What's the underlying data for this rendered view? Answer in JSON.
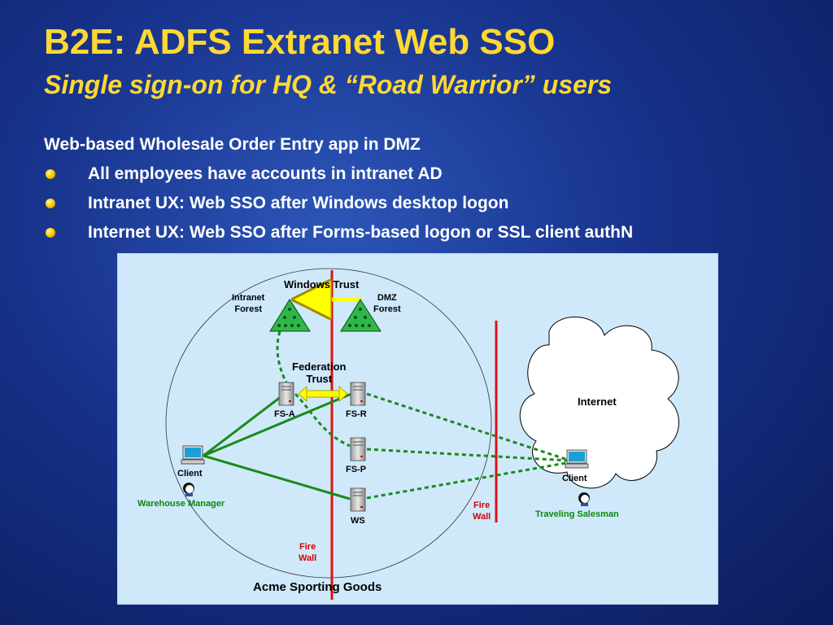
{
  "slide": {
    "title": "B2E: ADFS Extranet Web SSO",
    "subtitle": "Single sign-on for HQ & “Road Warrior” users",
    "intro": "Web-based Wholesale Order Entry app in DMZ",
    "bullets": [
      "All employees have accounts in intranet AD",
      "Intranet UX: Web SSO after Windows desktop logon",
      "Internet UX: Web SSO after Forms-based logon or SSL client authN"
    ]
  },
  "diagram": {
    "windows_trust": "Windows Trust",
    "intranet_forest": [
      "Intranet",
      "Forest"
    ],
    "dmz_forest": [
      "DMZ",
      "Forest"
    ],
    "federation_trust": [
      "Federation",
      "Trust"
    ],
    "fs_a": "FS-A",
    "fs_r": "FS-R",
    "fs_p": "FS-P",
    "ws": "WS",
    "client_left": "Client",
    "warehouse_manager": "Warehouse Manager",
    "firewall_left": [
      "Fire",
      "Wall"
    ],
    "firewall_right": [
      "Fire",
      "Wall"
    ],
    "internet": "Internet",
    "client_right": "Client",
    "traveling_salesman": "Traveling Salesman",
    "company": "Acme Sporting Goods"
  },
  "colors": {
    "title": "#ffd833",
    "diagram_background": "#cfe9fb",
    "firewall": "#e01010",
    "link": "#1a8a1a",
    "trust_arrow": "#ffff00",
    "forest": "#2fb84a"
  },
  "icons": [
    "bullet-dot",
    "forest-triangle-icon",
    "server-icon",
    "computer-icon",
    "user-icon",
    "cloud-shape"
  ]
}
